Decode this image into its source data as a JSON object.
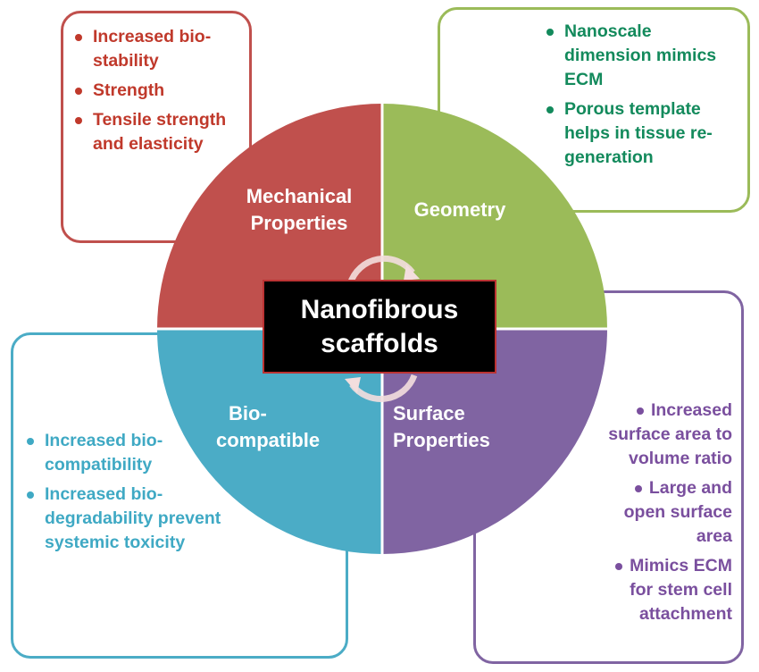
{
  "colors": {
    "mechanical": "#c0504d",
    "geometry": "#9bbb59",
    "surface": "#8064a2",
    "biocompatible": "#4bacc6",
    "mechanical_text": "#c0392b",
    "geometry_text": "#138a5c",
    "surface_text": "#7a4f9e",
    "biocompatible_text": "#3fa9c4"
  },
  "center": {
    "line1": "Nanofibrous",
    "line2": "scaffolds"
  },
  "quadrants": {
    "mechanical": {
      "line1": "Mechanical",
      "line2": "Properties"
    },
    "geometry": {
      "line1": "Geometry"
    },
    "biocompatible": {
      "line1": "Bio-",
      "line2": "compatible"
    },
    "surface": {
      "line1": "Surface",
      "line2": "Properties"
    }
  },
  "boxes": {
    "mechanical": [
      "Increased bio-stability",
      "Strength",
      "Tensile strength and elasticity"
    ],
    "geometry": [
      "Nanoscale dimension mimics ECM",
      "Porous template helps in tissue re-generation"
    ],
    "biocompatible": [
      "Increased bio-compatibility",
      "Increased bio-degradability prevent systemic toxicity"
    ],
    "surface": [
      "Increased surface area to volume ratio",
      "Large and open surface area",
      "Mimics ECM for stem cell attachment"
    ]
  }
}
